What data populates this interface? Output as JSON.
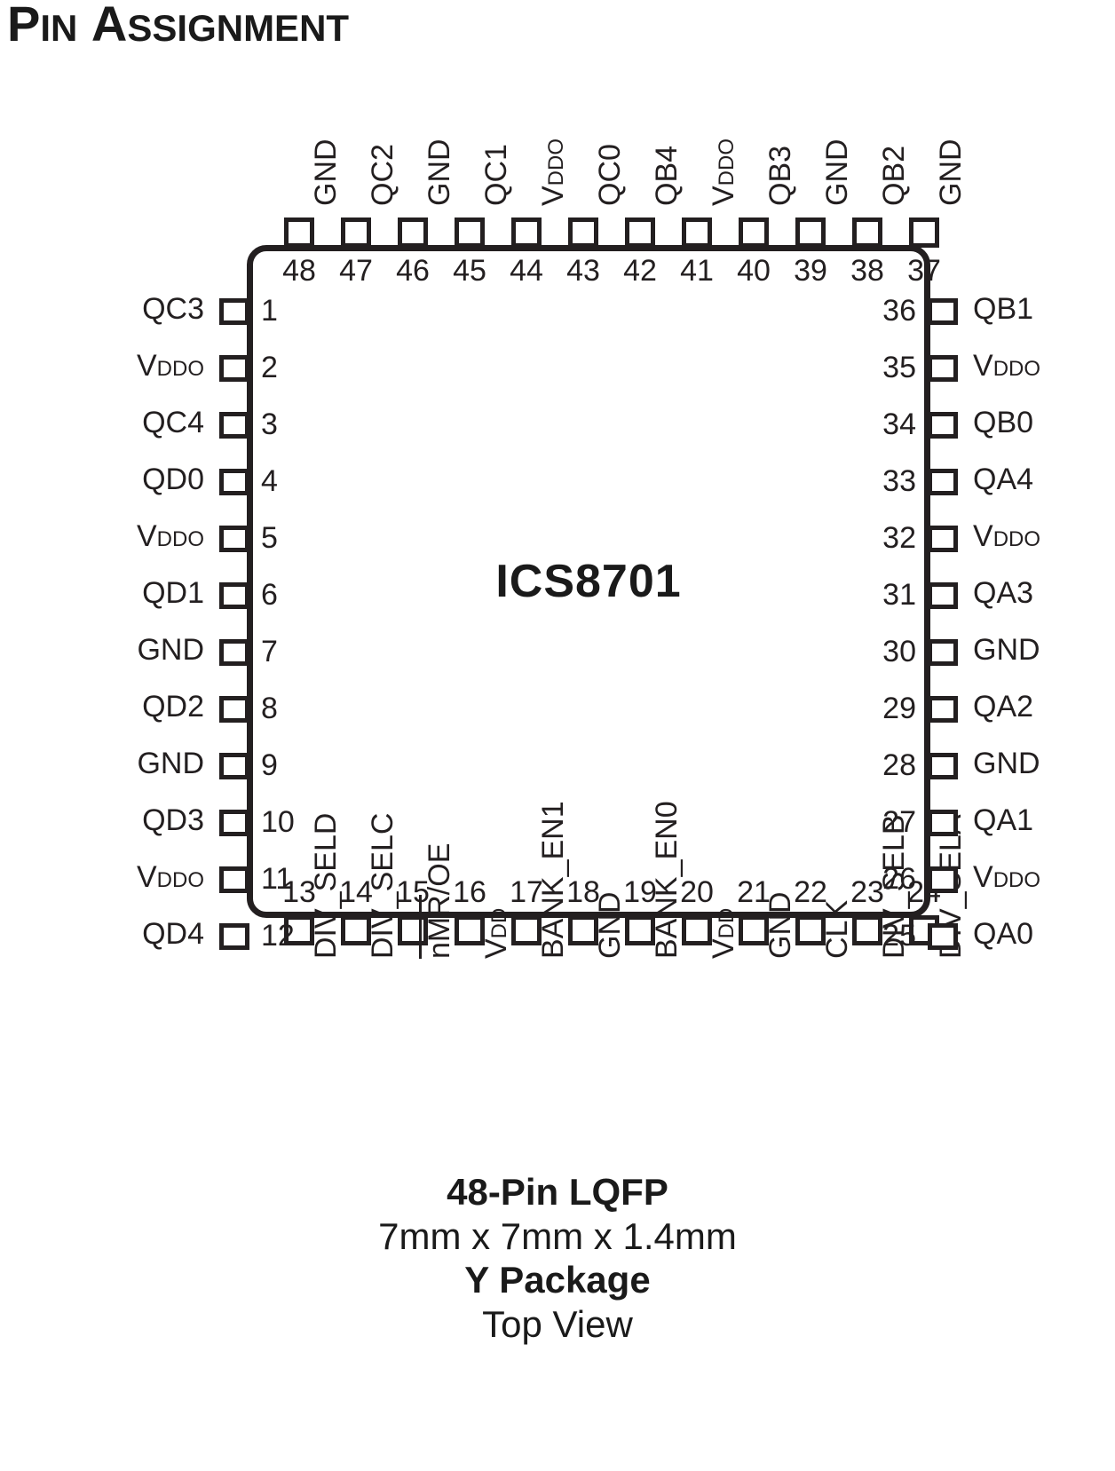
{
  "title": {
    "first_letter": "P",
    "rest_small_caps": "IN",
    "second_word_letter": "A",
    "second_word_rest": "SSIGNMENT",
    "full": "PIN ASSIGNMENT"
  },
  "package": {
    "part_number": "ICS8701",
    "caption_line1": "48-Pin LQFP",
    "caption_line2": "7mm x 7mm x 1.4mm",
    "caption_line3": "Y Package",
    "caption_line4": "Top View",
    "total_pins": 48,
    "outline_color": "#231f20",
    "body_fill": "#ffffff"
  },
  "pins": {
    "left": [
      {
        "number": "1",
        "label": "QC3",
        "sub": ""
      },
      {
        "number": "2",
        "label": "V",
        "sub": "DDO"
      },
      {
        "number": "3",
        "label": "QC4",
        "sub": ""
      },
      {
        "number": "4",
        "label": "QD0",
        "sub": ""
      },
      {
        "number": "5",
        "label": "V",
        "sub": "DDO"
      },
      {
        "number": "6",
        "label": "QD1",
        "sub": ""
      },
      {
        "number": "7",
        "label": "GND",
        "sub": ""
      },
      {
        "number": "8",
        "label": "QD2",
        "sub": ""
      },
      {
        "number": "9",
        "label": "GND",
        "sub": ""
      },
      {
        "number": "10",
        "label": "QD3",
        "sub": ""
      },
      {
        "number": "11",
        "label": "V",
        "sub": "DDO"
      },
      {
        "number": "12",
        "label": "QD4",
        "sub": ""
      }
    ],
    "bottom": [
      {
        "number": "13",
        "label": "DIV_SELD",
        "sub": "",
        "overline": false
      },
      {
        "number": "14",
        "label": "DIV_SELC",
        "sub": "",
        "overline": false
      },
      {
        "number": "15",
        "label": "nMR",
        "sub": "",
        "overline": true,
        "suffix": "/OE"
      },
      {
        "number": "16",
        "label": "V",
        "sub": "DD",
        "overline": false
      },
      {
        "number": "17",
        "label": "BANK_EN1",
        "sub": "",
        "overline": false
      },
      {
        "number": "18",
        "label": "GND",
        "sub": "",
        "overline": false
      },
      {
        "number": "19",
        "label": "BANK_EN0",
        "sub": "",
        "overline": false
      },
      {
        "number": "20",
        "label": "V",
        "sub": "DD",
        "overline": false
      },
      {
        "number": "21",
        "label": "GND",
        "sub": "",
        "overline": false
      },
      {
        "number": "22",
        "label": "CLK",
        "sub": "",
        "overline": false
      },
      {
        "number": "23",
        "label": "DIV_SELB",
        "sub": "",
        "overline": false
      },
      {
        "number": "24",
        "label": "DIV_SELA",
        "sub": "",
        "overline": false
      }
    ],
    "right": [
      {
        "number": "25",
        "label": "QA0",
        "sub": ""
      },
      {
        "number": "26",
        "label": "V",
        "sub": "DDO"
      },
      {
        "number": "27",
        "label": "QA1",
        "sub": ""
      },
      {
        "number": "28",
        "label": "GND",
        "sub": ""
      },
      {
        "number": "29",
        "label": "QA2",
        "sub": ""
      },
      {
        "number": "30",
        "label": "GND",
        "sub": ""
      },
      {
        "number": "31",
        "label": "QA3",
        "sub": ""
      },
      {
        "number": "32",
        "label": "V",
        "sub": "DDO"
      },
      {
        "number": "33",
        "label": "QA4",
        "sub": ""
      },
      {
        "number": "34",
        "label": "QB0",
        "sub": ""
      },
      {
        "number": "35",
        "label": "V",
        "sub": "DDO"
      },
      {
        "number": "36",
        "label": "QB1",
        "sub": ""
      }
    ],
    "top": [
      {
        "number": "37",
        "label": "GND",
        "sub": ""
      },
      {
        "number": "38",
        "label": "QB2",
        "sub": ""
      },
      {
        "number": "39",
        "label": "GND",
        "sub": ""
      },
      {
        "number": "40",
        "label": "QB3",
        "sub": ""
      },
      {
        "number": "41",
        "label": "V",
        "sub": "DDO"
      },
      {
        "number": "42",
        "label": "QB4",
        "sub": ""
      },
      {
        "number": "43",
        "label": "QC0",
        "sub": ""
      },
      {
        "number": "44",
        "label": "V",
        "sub": "DDO"
      },
      {
        "number": "45",
        "label": "QC1",
        "sub": ""
      },
      {
        "number": "46",
        "label": "GND",
        "sub": ""
      },
      {
        "number": "47",
        "label": "QC2",
        "sub": ""
      },
      {
        "number": "48",
        "label": "GND",
        "sub": ""
      }
    ]
  }
}
